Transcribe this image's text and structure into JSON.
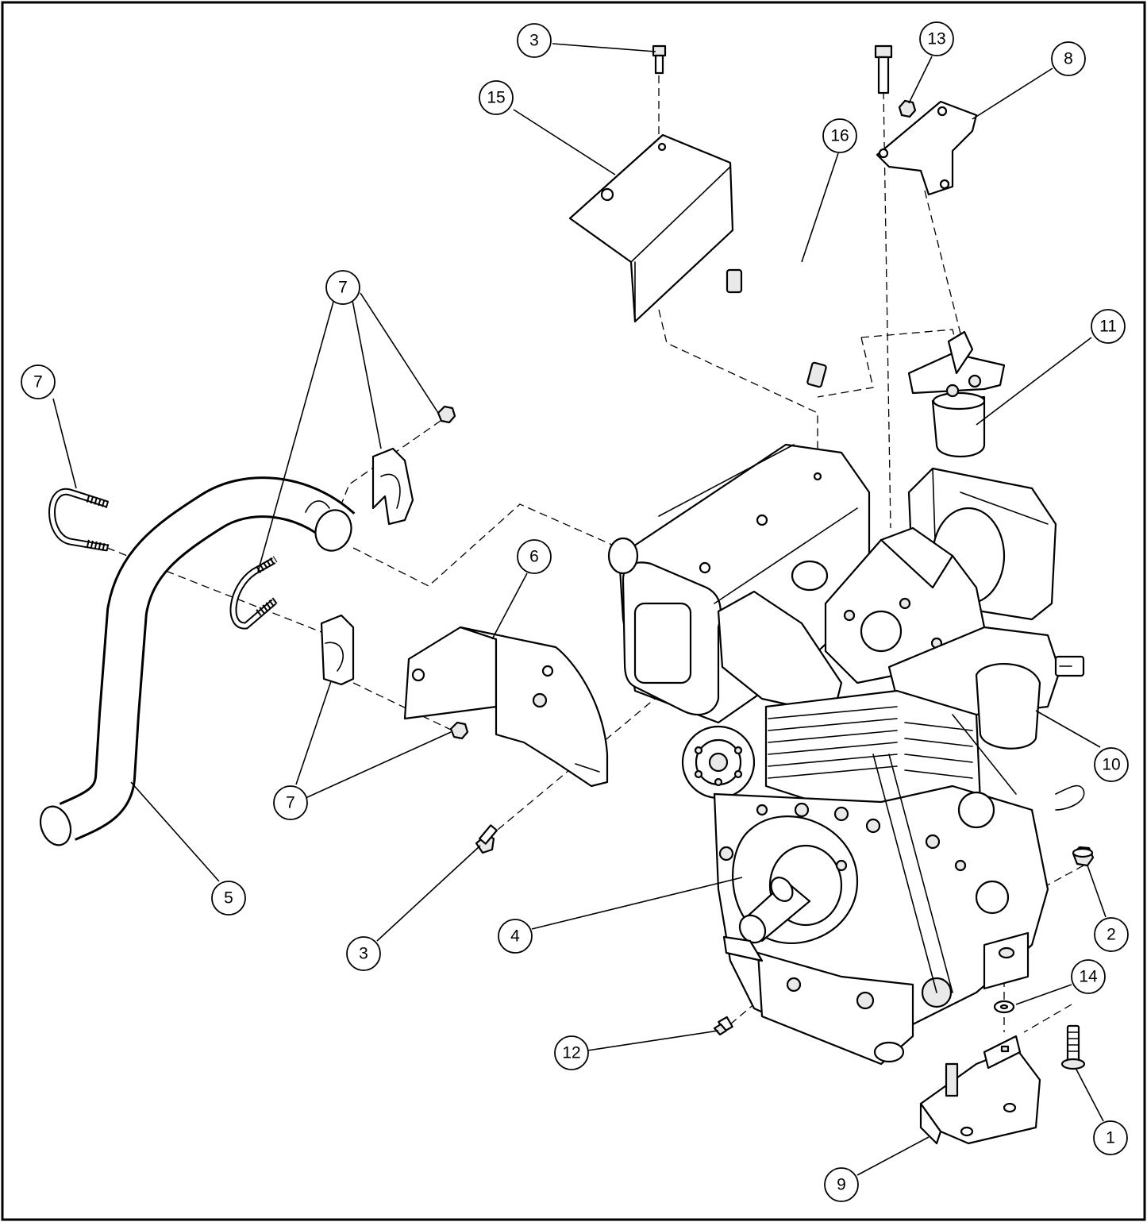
{
  "callouts": {
    "c1": "1",
    "c2": "2",
    "c3a": "3",
    "c3b": "3",
    "c4": "4",
    "c5": "5",
    "c6": "6",
    "c7a": "7",
    "c7b": "7",
    "c7c": "7",
    "c8": "8",
    "c9": "9",
    "c10": "10",
    "c11": "11",
    "c12": "12",
    "c13": "13",
    "c14": "14",
    "c15": "15",
    "c16": "16"
  }
}
